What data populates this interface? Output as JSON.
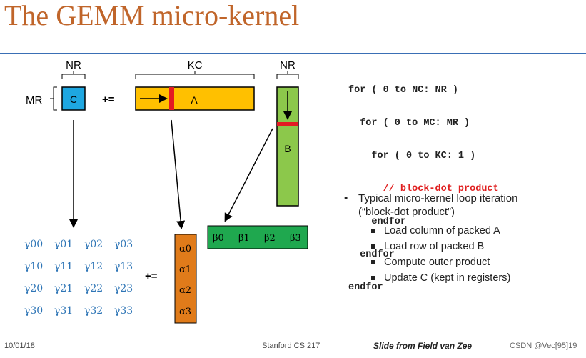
{
  "title": "The GEMM micro-kernel",
  "labels": {
    "nr_left": "NR",
    "kc": "KC",
    "nr_right": "NR",
    "mr": "MR",
    "c": "C",
    "a": "A",
    "b": "B",
    "plus_eq_top": "+=",
    "plus_eq_bottom": "+="
  },
  "gamma": [
    [
      "γ00",
      "γ01",
      "γ02",
      "γ03"
    ],
    [
      "γ10",
      "γ11",
      "γ12",
      "γ13"
    ],
    [
      "γ20",
      "γ21",
      "γ22",
      "γ23"
    ],
    [
      "γ30",
      "γ31",
      "γ32",
      "γ33"
    ]
  ],
  "alpha": [
    "α0",
    "α1",
    "α2",
    "α3"
  ],
  "beta": [
    "β0",
    "β1",
    "β2",
    "β3"
  ],
  "code": {
    "line1": "for ( 0 to NC: NR )",
    "line2": "  for ( 0 to MC: MR )",
    "line3": "    for ( 0 to KC: 1 )",
    "line4": "      // block-dot product",
    "line5": "    endfor",
    "line6": "  endfor",
    "line7": "endfor"
  },
  "bullets": {
    "main_line1": "Typical micro-kernel loop iteration",
    "main_line2": "(“block-dot product”)",
    "items": [
      "Load column of packed A",
      "Load row of packed B",
      "Compute outer product",
      "Update C (kept in registers)"
    ]
  },
  "footer": {
    "date": "10/01/18",
    "course": "Stanford CS 217",
    "slide": "Slide  from Field van Zee",
    "csdn": "CSDN @Vec[95]19"
  },
  "colors": {
    "title": "#c0652a",
    "rule": "#3a6fb5",
    "c_block": "#1ea7e1",
    "a_block": "#ffc000",
    "b_block": "#8cc84b",
    "red": "#e31b23",
    "alpha_block": "#e07b1a",
    "beta_block": "#1fa84f",
    "gamma_text": "#2e75b6"
  }
}
